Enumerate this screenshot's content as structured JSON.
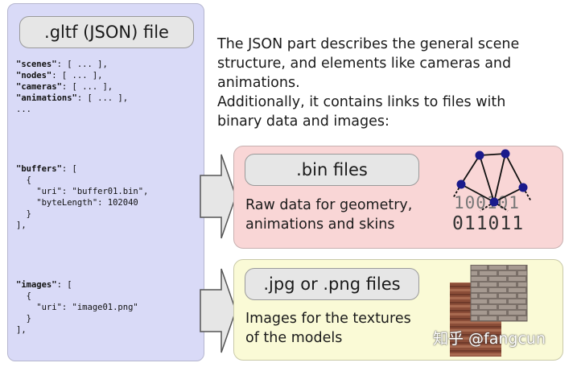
{
  "json_panel": {
    "title": ".gltf (JSON) file",
    "code_top": [
      {
        "key": "\"scenes\"",
        "rest": ": [ ... ],"
      },
      {
        "key": "\"nodes\"",
        "rest": ": [ ... ],"
      },
      {
        "key": "\"cameras\"",
        "rest": ": [ ... ],"
      },
      {
        "key": "\"animations\"",
        "rest": ": [ ... ],"
      },
      {
        "key": "",
        "rest": "..."
      }
    ],
    "code_buffers": [
      {
        "key": "\"buffers\"",
        "rest": ": ["
      },
      {
        "key": "",
        "rest": "  {"
      },
      {
        "key": "",
        "rest": "    \"uri\": \"buffer01.bin\","
      },
      {
        "key": "",
        "rest": "    \"byteLength\": 102040"
      },
      {
        "key": "",
        "rest": "  }"
      },
      {
        "key": "",
        "rest": "],"
      }
    ],
    "code_images": [
      {
        "key": "\"images\"",
        "rest": ": ["
      },
      {
        "key": "",
        "rest": "  {"
      },
      {
        "key": "",
        "rest": "    \"uri\": \"image01.png\""
      },
      {
        "key": "",
        "rest": "  }"
      },
      {
        "key": "",
        "rest": "],"
      }
    ]
  },
  "intro": {
    "line1": "The JSON part describes the general scene",
    "line2": "structure, and elements like cameras and",
    "line3": "animations.",
    "line4": "Additionally, it contains links to files with",
    "line5": "binary data and images:"
  },
  "bin_box": {
    "title": ".bin files",
    "desc_line1": "Raw data for geometry,",
    "desc_line2": "animations and skins",
    "bits_top": "100101",
    "bits_bottom": "011011"
  },
  "img_box": {
    "title": ".jpg or .png files",
    "desc_line1": "Images for the textures",
    "desc_line2": "of the models"
  },
  "watermark": "知乎 @fangcun",
  "colors": {
    "json_bg": "#d9daf7",
    "bin_bg": "#f9d6d6",
    "img_bg": "#fafad6",
    "node": "#1a1a8c",
    "pill_bg": "#e6e6e6"
  }
}
